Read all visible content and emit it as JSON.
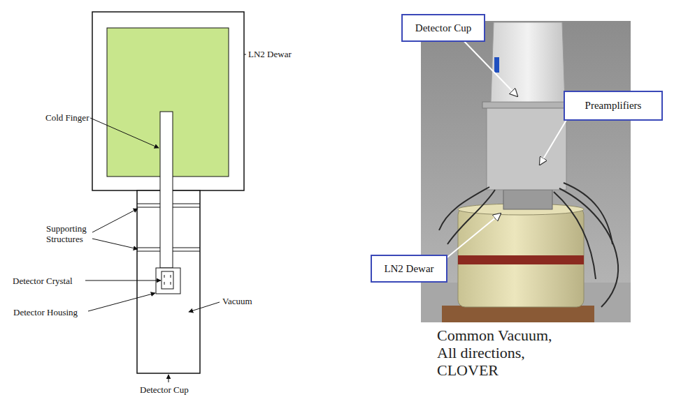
{
  "diagram": {
    "caption": "Common Vacuum, All directions, CLOVER",
    "nodes": [
      {
        "text": [
          "Detector Cup"
        ]
      },
      {
        "text": [
          "Preamplifiers"
        ]
      },
      {
        "text": [
          "LN2 Dewar"
        ]
      }
    ],
    "labels": [
      "LN2 Dewar",
      "Cold Finger",
      "Supporting Structures",
      "Detector Crystal",
      "Detector Housing",
      "Vacuum",
      "Detector Cup"
    ]
  }
}
